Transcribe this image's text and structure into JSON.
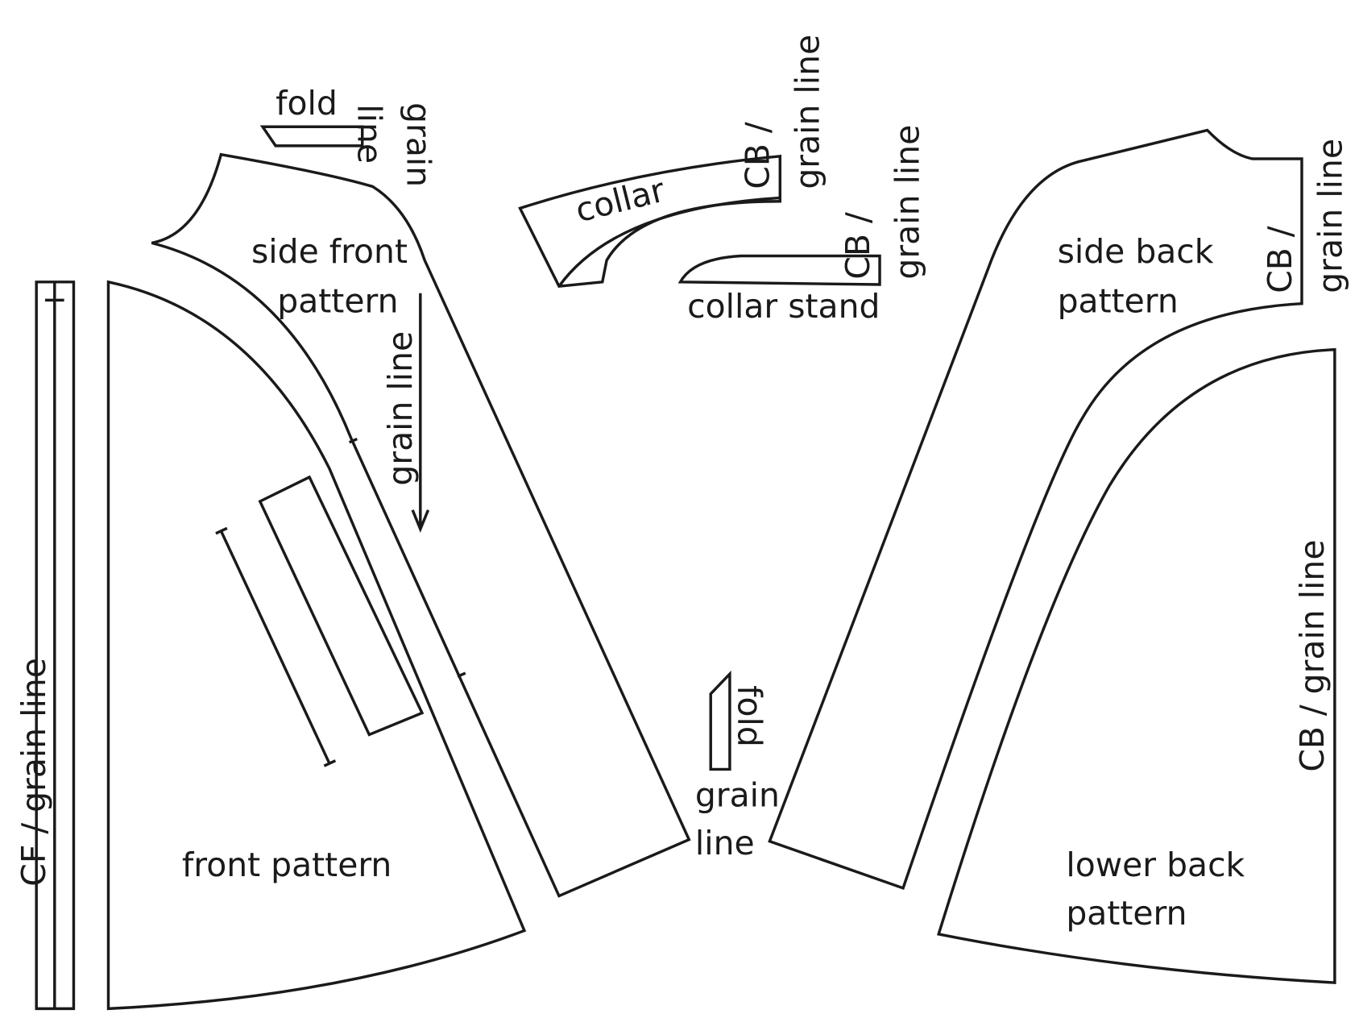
{
  "labels": {
    "fold_top": "fold",
    "grain_top_1": "grain",
    "grain_top_2": "line",
    "side_front_1": "side front",
    "side_front_2": "pattern",
    "side_front_grain": "grain line",
    "front_pattern": "front pattern",
    "cf_grain": "CF / grain line",
    "collar": "collar",
    "collar_cb": "CB /",
    "collar_grain": "grain line",
    "stand_cb": "CB /",
    "stand_grain": "grain line",
    "collar_stand": "collar stand",
    "fold_mid": "fold",
    "grain_mid_1": "grain",
    "grain_mid_2": "line",
    "side_back_1": "side back",
    "side_back_2": "pattern",
    "side_back_cb": "CB /",
    "side_back_grain": "grain line",
    "lower_back_cb": "CB / grain line",
    "lower_back_1": "lower back",
    "lower_back_2": "pattern"
  },
  "colors": {
    "stroke": "#1a1a1a",
    "background": "#ffffff"
  }
}
